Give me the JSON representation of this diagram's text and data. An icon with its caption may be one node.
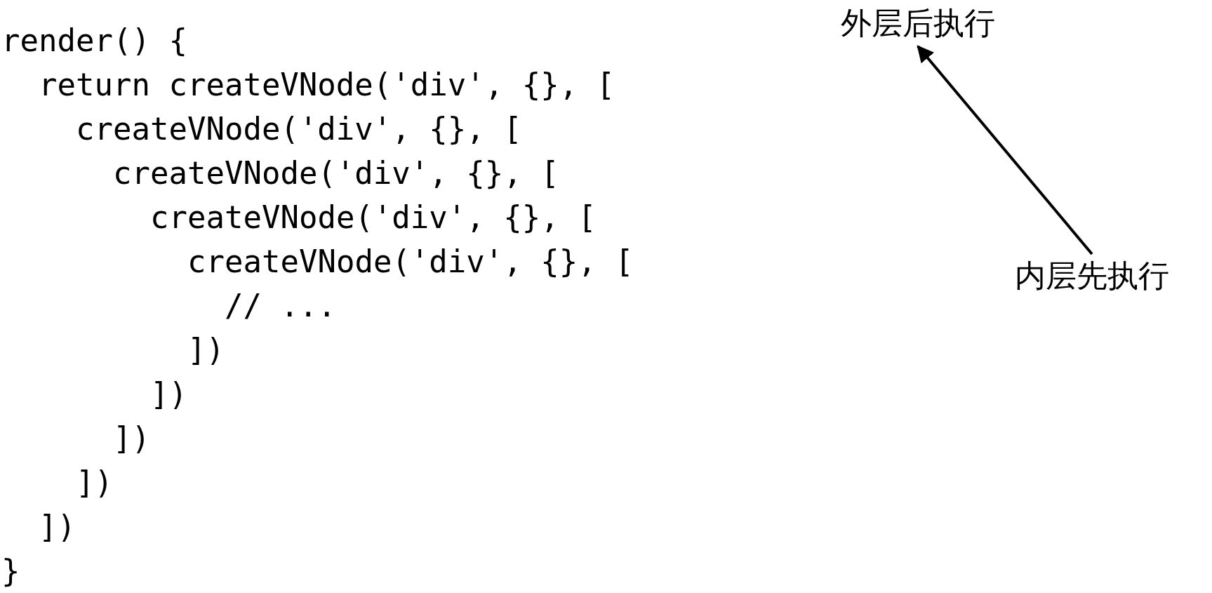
{
  "diagram": {
    "nodes": [
      {
        "text": [
          "外层后执行"
        ]
      },
      {
        "text": [
          "内层先执行"
        ]
      }
    ],
    "edges": [
      {
        "from": 1,
        "to": 0,
        "arrow": "to"
      }
    ],
    "labels": [
      "render() {",
      "return createVNode('div', {}, [",
      "createVNode('div', {}, [",
      "createVNode('div', {}, [",
      "createVNode('div', {}, [",
      "createVNode('div', {}, [",
      "// ...",
      "])",
      "])",
      "])",
      "])",
      "])",
      "}"
    ]
  }
}
